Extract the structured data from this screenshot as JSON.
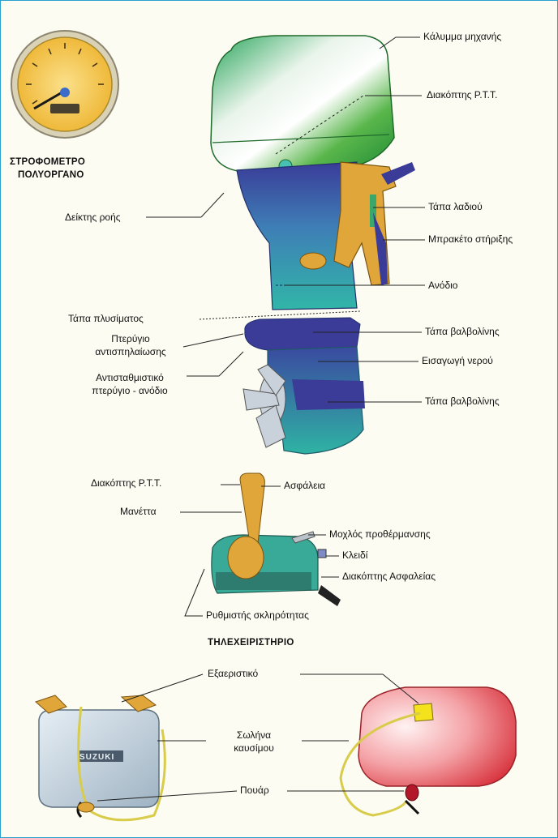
{
  "gauge": {
    "caption_line1": "ΣΤΡΟΦΟΜΕΤΡΟ",
    "caption_line2": "ΠΟΛΥΟΡΓΑΝΟ"
  },
  "engine_labels": {
    "cover": "Κάλυμμα μηχανής",
    "ptt_switch": "Διακόπτης Ρ.Τ.Τ.",
    "oil_cap": "Τάπα λαδιού",
    "bracket": "Μπρακέτο στήριξης",
    "flow_indicator": "Δείκτης ροής",
    "anode": "Ανόδιο",
    "flush_plug": "Τάπα πλυσίματος",
    "anti_cavitation_line1": "Πτερύγιο",
    "anti_cavitation_line2": "αντισπηλαίωσης",
    "trim_tab_line1": "Αντισταθμιστικό",
    "trim_tab_line2": "πτερύγιο - ανόδιο",
    "gear_oil_plug_upper": "Τάπα βαλβολίνης",
    "water_intake": "Εισαγωγή νερού",
    "gear_oil_plug_lower": "Τάπα βαλβολίνης"
  },
  "remote_labels": {
    "ptt_switch": "Διακόπτης Ρ.Τ.Τ.",
    "lock": "Ασφάλεια",
    "handle": "Μανέττα",
    "warmup_lever": "Μοχλός προθέρμανσης",
    "key": "Κλειδί",
    "safety_switch": "Διακόπτης Ασφαλείας",
    "tension_adjuster": "Ρυθμιστής σκληρότητας",
    "caption": "ΤΗΛΕΧΕΙΡΙΣΤΗΡΙΟ"
  },
  "fuel_labels": {
    "vent": "Εξαεριστικό",
    "fuel_hose_line1": "Σωλήνα",
    "fuel_hose_line2": "καυσίμου",
    "primer_bulb": "Πουάρ",
    "tank_brand": "SUZUKI"
  },
  "colors": {
    "frame_border": "#2aa0d0",
    "cowl_green": "#2e9a3a",
    "body_blue": "#3b3f9a",
    "body_teal": "#2fb0a6",
    "bracket_yellow": "#e0a63a",
    "remote_teal": "#3aaa98",
    "tank_red": "#e14b52",
    "tank_grey": "#b7c6d2",
    "gauge_yellow": "#f2c44a"
  }
}
